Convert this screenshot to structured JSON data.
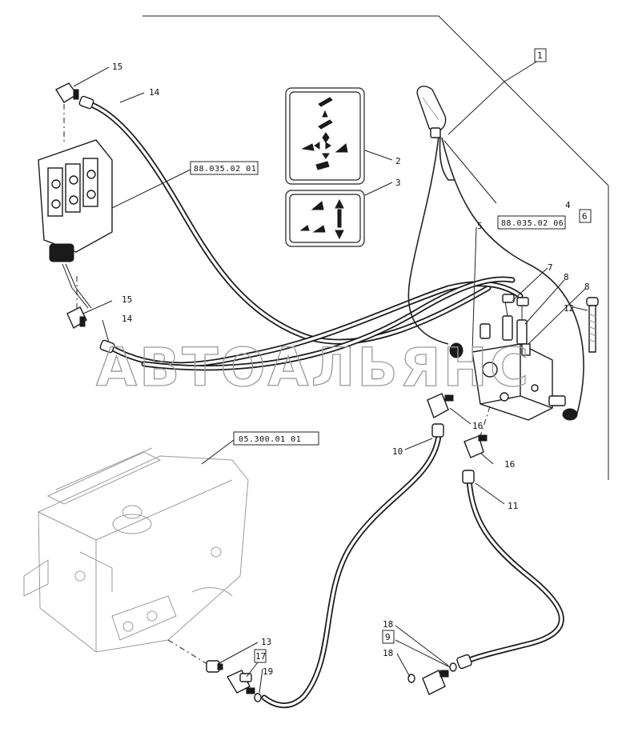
{
  "diagram": {
    "watermark": "АВТОАЛЬЯНС",
    "callouts": [
      {
        "id": "c1",
        "text": "1",
        "boxed": true
      },
      {
        "id": "c2",
        "text": "2",
        "boxed": false
      },
      {
        "id": "c3",
        "text": "3",
        "boxed": false
      },
      {
        "id": "c4",
        "text": "4",
        "boxed": false
      },
      {
        "id": "c5",
        "text": "5",
        "boxed": false
      },
      {
        "id": "c6",
        "text": "6",
        "boxed": true
      },
      {
        "id": "c7",
        "text": "7",
        "boxed": false
      },
      {
        "id": "c8a",
        "text": "8",
        "boxed": false
      },
      {
        "id": "c8b",
        "text": "8",
        "boxed": false
      },
      {
        "id": "c9",
        "text": "9",
        "boxed": true
      },
      {
        "id": "c10",
        "text": "10",
        "boxed": false
      },
      {
        "id": "c11",
        "text": "11",
        "boxed": false
      },
      {
        "id": "c12",
        "text": "12",
        "boxed": false
      },
      {
        "id": "c13",
        "text": "13",
        "boxed": false
      },
      {
        "id": "c14a",
        "text": "14",
        "boxed": false
      },
      {
        "id": "c14b",
        "text": "14",
        "boxed": false
      },
      {
        "id": "c15a",
        "text": "15",
        "boxed": false
      },
      {
        "id": "c15b",
        "text": "15",
        "boxed": false
      },
      {
        "id": "c16a",
        "text": "16",
        "boxed": false
      },
      {
        "id": "c16b",
        "text": "16",
        "boxed": false
      },
      {
        "id": "c17",
        "text": "17",
        "boxed": true
      },
      {
        "id": "c18a",
        "text": "18",
        "boxed": false
      },
      {
        "id": "c18b",
        "text": "18",
        "boxed": false
      },
      {
        "id": "c19",
        "text": "19",
        "boxed": false
      }
    ],
    "reference_boxes": [
      {
        "id": "ref1",
        "text": "88.035.02 01"
      },
      {
        "id": "ref2",
        "text": "88.035.02 06"
      },
      {
        "id": "ref3",
        "text": "05.300.01 01"
      }
    ]
  }
}
